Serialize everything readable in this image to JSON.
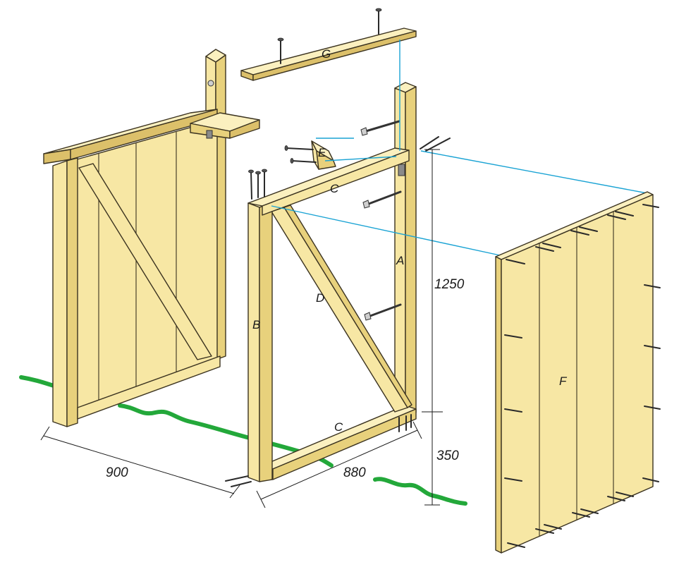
{
  "parts": {
    "a": "A",
    "b": "B",
    "c_top": "C",
    "c_bottom": "C",
    "d": "D",
    "e": "E",
    "f": "F",
    "g": "G"
  },
  "dimensions": {
    "width_assembled": "900",
    "width_frame": "880",
    "height_gate": "1250",
    "height_clearance": "350"
  },
  "colors": {
    "wood": "#f7e7a4",
    "guide_line": "#1aa3d4",
    "grass": "#23a83a"
  }
}
